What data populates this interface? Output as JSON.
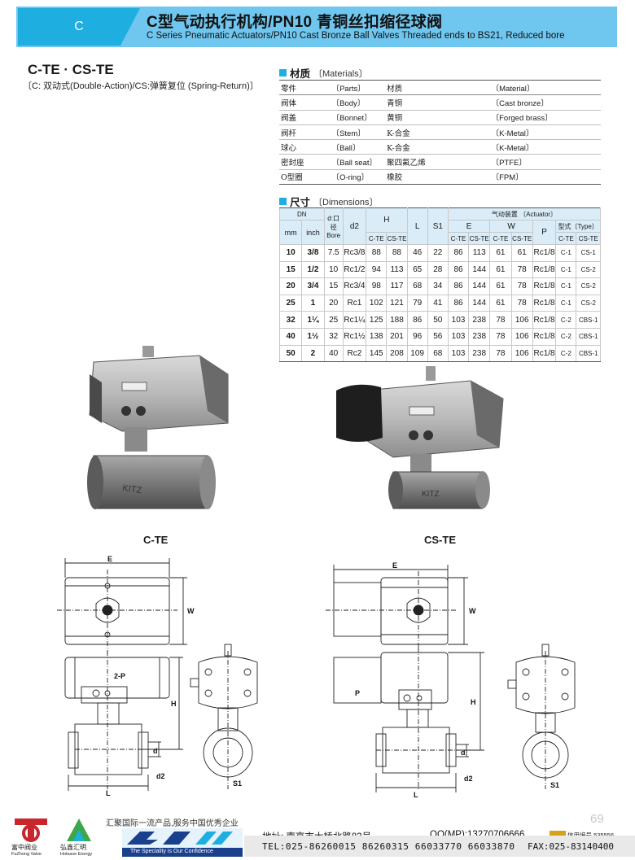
{
  "header": {
    "letter": "C",
    "title_cn": "C型气动执行机构/PN10 青铜丝扣缩径球阀",
    "title_en": "C Series Pneumatic Actuators/PN10 Cast Bronze Ball Valves Threaded ends to BS21, Reduced bore"
  },
  "model": {
    "name": "C-TE · CS-TE",
    "sub": "〔C: 双动式(Double-Action)/CS:弹簧复位 (Spring-Return)〕"
  },
  "materials": {
    "title_cn": "材质",
    "title_en": "〔Materials〕",
    "header": [
      "零件",
      "〔Parts〕",
      "材质",
      "〔Material〕"
    ],
    "rows": [
      [
        "阀体",
        "〔Body〕",
        "青铜",
        "〔Cast bronze〕"
      ],
      [
        "阀盖",
        "〔Bonnet〕",
        "黄铜",
        "〔Forged brass〕"
      ],
      [
        "阀杆",
        "〔Stem〕",
        "K-合金",
        "〔K-Metal〕"
      ],
      [
        "球心",
        "〔Ball〕",
        "K-合金",
        "〔K-Metal〕"
      ],
      [
        "密封座",
        "〔Ball seat〕",
        "聚四氟乙烯",
        "〔PTFE〕"
      ],
      [
        "O型圈",
        "〔O-ring〕",
        "橡胶",
        "〔FPM〕"
      ]
    ]
  },
  "dimensions": {
    "title_cn": "尺寸",
    "title_en": "〔Dimensions〕",
    "h_dn": "DN",
    "h_mm": "mm",
    "h_inch": "inch",
    "h_bore": "d:口径 Bore",
    "h_d2": "d2",
    "h_H": "H",
    "h_L": "L",
    "h_S1": "S1",
    "h_actuator": "气动装置 〔Actuator〕",
    "h_E": "E",
    "h_W": "W",
    "h_P": "P",
    "h_type": "型式〔Type〕",
    "h_cte": "C-TE",
    "h_cste": "CS-TE",
    "rows": [
      [
        "10",
        "3/8",
        "7.5",
        "Rc3/8",
        "88",
        "88",
        "46",
        "22",
        "86",
        "113",
        "61",
        "61",
        "Rc1/8",
        "C-1",
        "CS-1"
      ],
      [
        "15",
        "1/2",
        "10",
        "Rc1/2",
        "94",
        "113",
        "65",
        "28",
        "86",
        "144",
        "61",
        "78",
        "Rc1/8",
        "C-1",
        "CS-2"
      ],
      [
        "20",
        "3/4",
        "15",
        "Rc3/4",
        "98",
        "117",
        "68",
        "34",
        "86",
        "144",
        "61",
        "78",
        "Rc1/8",
        "C-1",
        "CS-2"
      ],
      [
        "25",
        "1",
        "20",
        "Rc1",
        "102",
        "121",
        "79",
        "41",
        "86",
        "144",
        "61",
        "78",
        "Rc1/8",
        "C-1",
        "CS-2"
      ],
      [
        "32",
        "1¼",
        "25",
        "Rc1¼",
        "125",
        "188",
        "86",
        "50",
        "103",
        "238",
        "78",
        "106",
        "Rc1/8",
        "C-2",
        "CBS-1"
      ],
      [
        "40",
        "1½",
        "32",
        "Rc1½",
        "138",
        "201",
        "96",
        "56",
        "103",
        "238",
        "78",
        "106",
        "Rc1/8",
        "C-2",
        "CBS-1"
      ],
      [
        "50",
        "2",
        "40",
        "Rc2",
        "145",
        "208",
        "109",
        "68",
        "103",
        "238",
        "78",
        "106",
        "Rc1/8",
        "C-2",
        "CBS-1"
      ]
    ]
  },
  "photos": {
    "left_label": "C-TE",
    "right_label": "CS-TE",
    "valve_brand": "KITZ"
  },
  "drawing_labels": {
    "E": "E",
    "W": "W",
    "H": "H",
    "L": "L",
    "d": "d",
    "d2": "d2",
    "S1": "S1",
    "p2": "2-P",
    "p": "P"
  },
  "footer": {
    "page": "69",
    "logo1": "富中阀业",
    "logo1_en": "FuZhong Valve",
    "logo2": "弘鑫汇明",
    "logo2_en": "Hotsave Energy",
    "slogan": "汇聚国际一流产品,服务中国优秀企业",
    "brand_tag": "The Speciality is Our Confidence",
    "address": "地址: 南京市大桥北路83号",
    "qq": "QQ(MP):13270706666",
    "credit": "信用编号 535556",
    "tel": "TEL:025-86260015 86260315 66033770 66033870",
    "fax": "FAX:025-83140400",
    "colors": {
      "accent": "#1eaee0",
      "header_bg": "#6fc6ee",
      "logo_red": "#c8272d",
      "logo_green": "#3aa84a"
    }
  }
}
